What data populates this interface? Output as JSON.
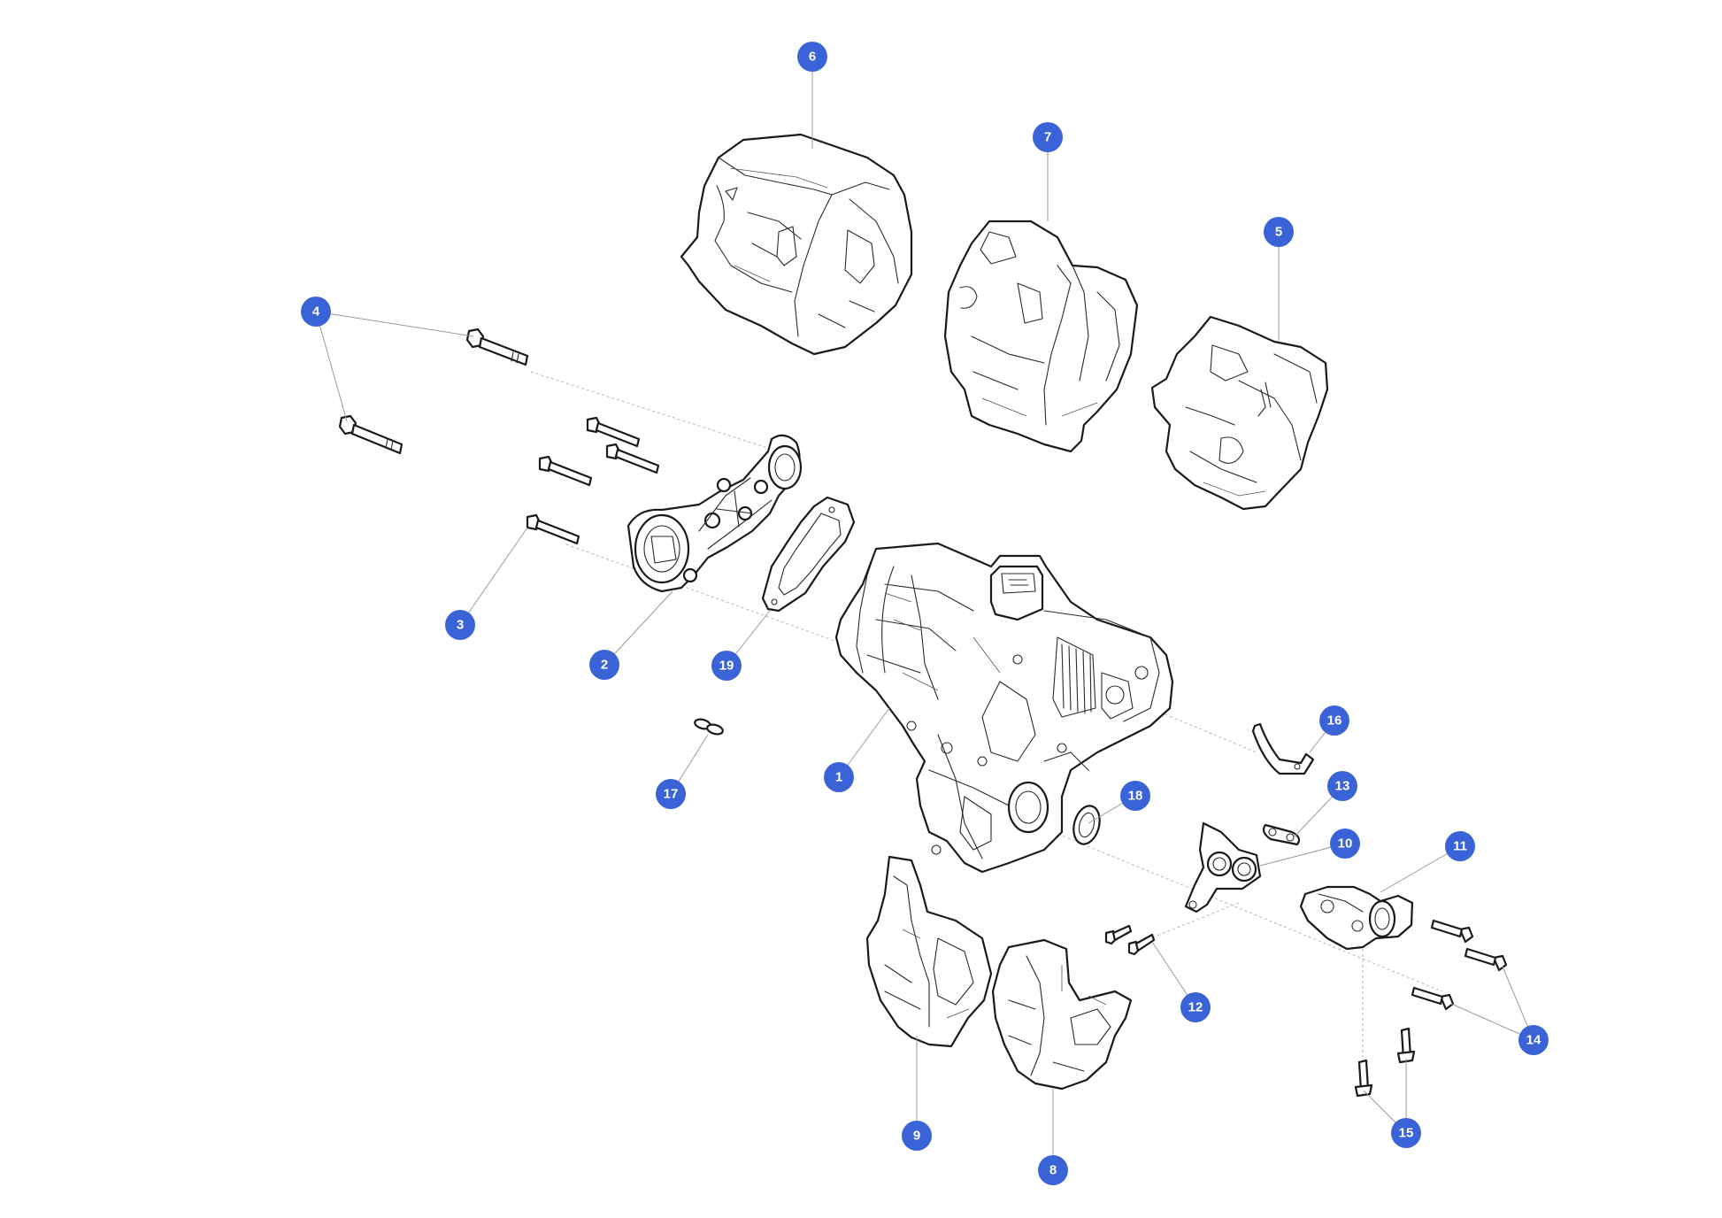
{
  "diagram": {
    "type": "exploded-parts-view",
    "callout_color": "#3a63d8",
    "callouts": [
      {
        "id": "1",
        "label": "1"
      },
      {
        "id": "2",
        "label": "2"
      },
      {
        "id": "3",
        "label": "3"
      },
      {
        "id": "4",
        "label": "4"
      },
      {
        "id": "5",
        "label": "5"
      },
      {
        "id": "6",
        "label": "6"
      },
      {
        "id": "7",
        "label": "7"
      },
      {
        "id": "8",
        "label": "8"
      },
      {
        "id": "9",
        "label": "9"
      },
      {
        "id": "10",
        "label": "10"
      },
      {
        "id": "11",
        "label": "11"
      },
      {
        "id": "12",
        "label": "12"
      },
      {
        "id": "13",
        "label": "13"
      },
      {
        "id": "14",
        "label": "14"
      },
      {
        "id": "15",
        "label": "15"
      },
      {
        "id": "16",
        "label": "16"
      },
      {
        "id": "17",
        "label": "17"
      },
      {
        "id": "18",
        "label": "18"
      },
      {
        "id": "19",
        "label": "19"
      }
    ]
  }
}
